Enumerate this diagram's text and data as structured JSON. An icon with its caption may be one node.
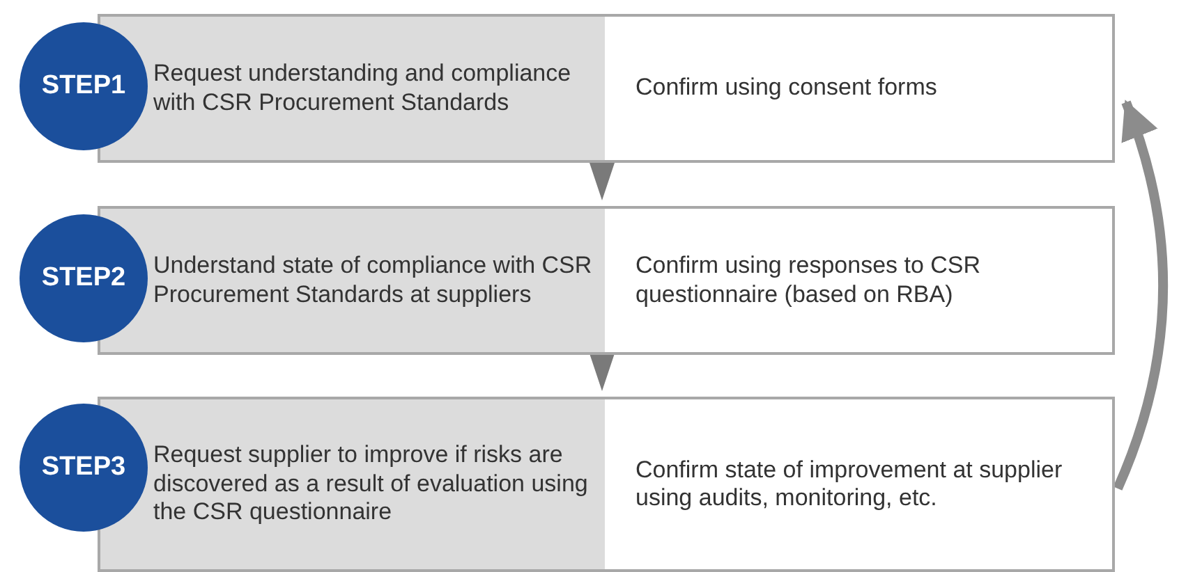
{
  "diagram": {
    "nodes": [
      {
        "text": [
          "STEP1"
        ]
      },
      {
        "text": [
          "Request understanding and compliance with CSR Procurement Standards",
          "Confirm using consent forms"
        ]
      },
      {
        "text": [
          "STEP2"
        ]
      },
      {
        "text": [
          "Understand state of compliance with CSR Procurement Standards at suppliers",
          "Confirm using responses to CSR questionnaire (based on RBA)"
        ]
      },
      {
        "text": [
          "STEP3"
        ]
      },
      {
        "text": [
          "Request supplier to improve if risks are discovered as a result of evaluation using the CSR questionnaire",
          "Confirm state of improvement at supplier using audits, monitoring, etc."
        ]
      }
    ],
    "edges": [
      {
        "from": 1,
        "to": 3,
        "arrow": "to"
      },
      {
        "from": 3,
        "to": 5,
        "arrow": "to"
      },
      {
        "from": 5,
        "to": 1,
        "arrow": "to",
        "style": "thick"
      }
    ]
  }
}
